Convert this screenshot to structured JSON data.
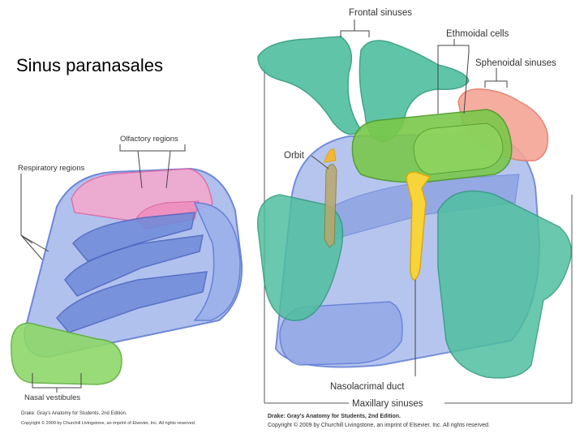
{
  "slide": {
    "title": "Sinus paranasales"
  },
  "left_figure": {
    "labels": {
      "olfactory": "Olfactory regions",
      "respiratory": "Respiratory regions",
      "vestibules": "Nasal vestibules"
    },
    "credit_line1": "Drake: Gray's Anatomy for Students, 2nd Edition.",
    "credit_line2": "Copyright © 2009 by Churchill Livingstone, an imprint of Elsevier, Inc. All rights reserved."
  },
  "right_figure": {
    "labels": {
      "frontal": "Frontal sinuses",
      "ethmoidal": "Ethmoidal cells",
      "sphenoidal": "Sphenoidal sinuses",
      "orbit": "Orbit",
      "nasolacrimal": "Nasolacrimal duct",
      "maxillary": "Maxillary sinuses"
    },
    "credit_line1": "Drake: Gray's Anatomy for Students, 2nd Edition.",
    "credit_line2": "Copyright © 2009 by Churchill Livingstone, an imprint of Elsevier, Inc. All rights reserved."
  },
  "colors": {
    "cavity_blue": "#8fa6e4",
    "cavity_blue_dark": "#5f7bd3",
    "olfactory_pink": "#f0a0c8",
    "vestibule_green": "#8ed86a",
    "sinus_teal": "#4fbf9f",
    "ethmoid_green": "#7ac84a",
    "sphenoid_salmon": "#f5a595",
    "duct_yellow": "#f7d43a"
  }
}
